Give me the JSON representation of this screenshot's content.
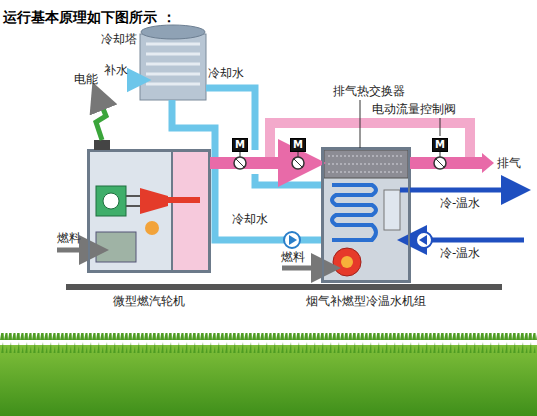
{
  "diagram": {
    "title": "运行基本原理如下图所示 ：",
    "nodes": [
      {
        "text": [
          "微型燃汽轮机"
        ]
      },
      {
        "text": [
          "烟气补燃型冷温水机组"
        ]
      },
      {
        "text": [
          "M"
        ]
      },
      {
        "text": [
          "M"
        ]
      },
      {
        "text": [
          "M"
        ]
      }
    ],
    "edges": [
      {
        "from": 0,
        "to": 1,
        "arrow": "to"
      }
    ],
    "labels": [
      "电能",
      "冷却塔",
      "补水",
      "冷却水",
      "排气热交换器",
      "电动流量控制阀",
      "排气",
      "燃料",
      "冷却水",
      "冷-温水",
      "冷-温水",
      "燃料"
    ]
  }
}
